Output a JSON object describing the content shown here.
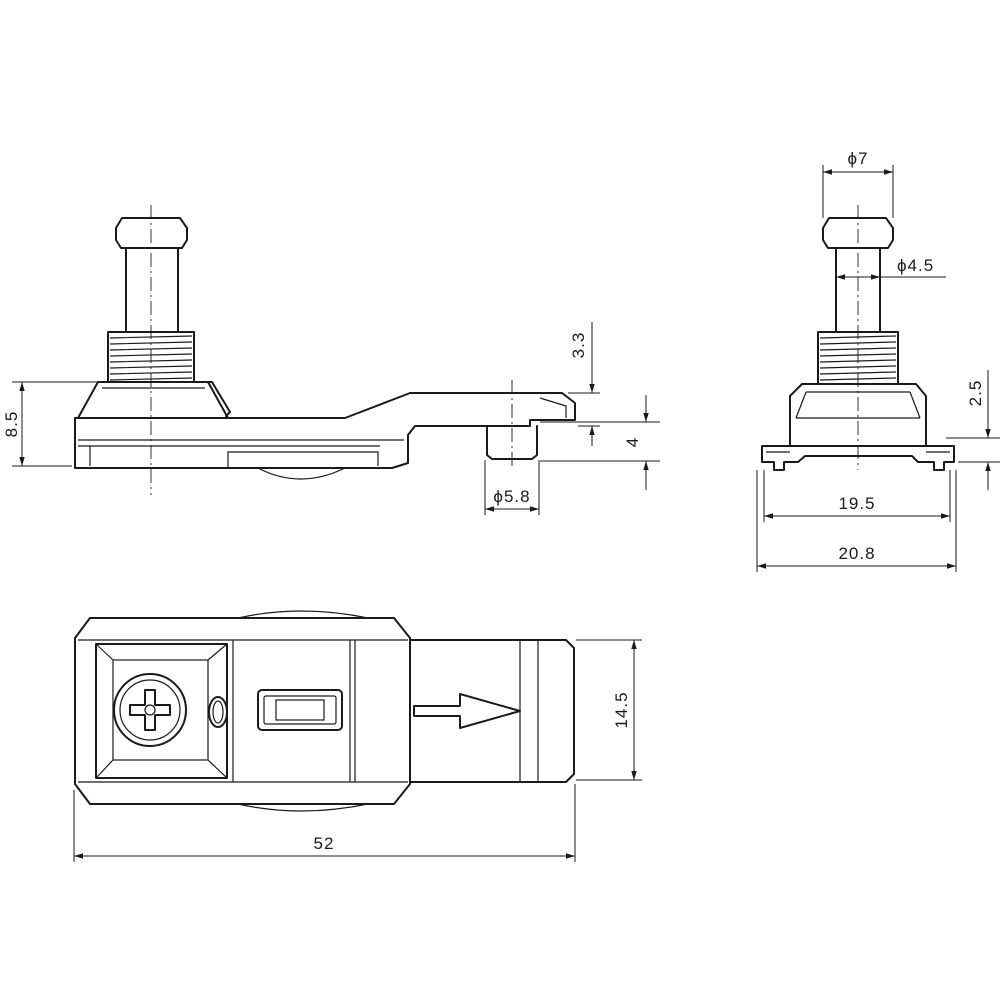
{
  "dimensions": {
    "front_height": "8.5",
    "front_offset": "3.3",
    "front_pin_height": "4",
    "front_pin_dia": "ϕ5.8",
    "side_head_dia": "ϕ7",
    "side_shaft_dia": "ϕ4.5",
    "side_base_height": "2.5",
    "side_inner_width": "19.5",
    "side_outer_width": "20.8",
    "top_width": "14.5",
    "top_length": "52"
  }
}
